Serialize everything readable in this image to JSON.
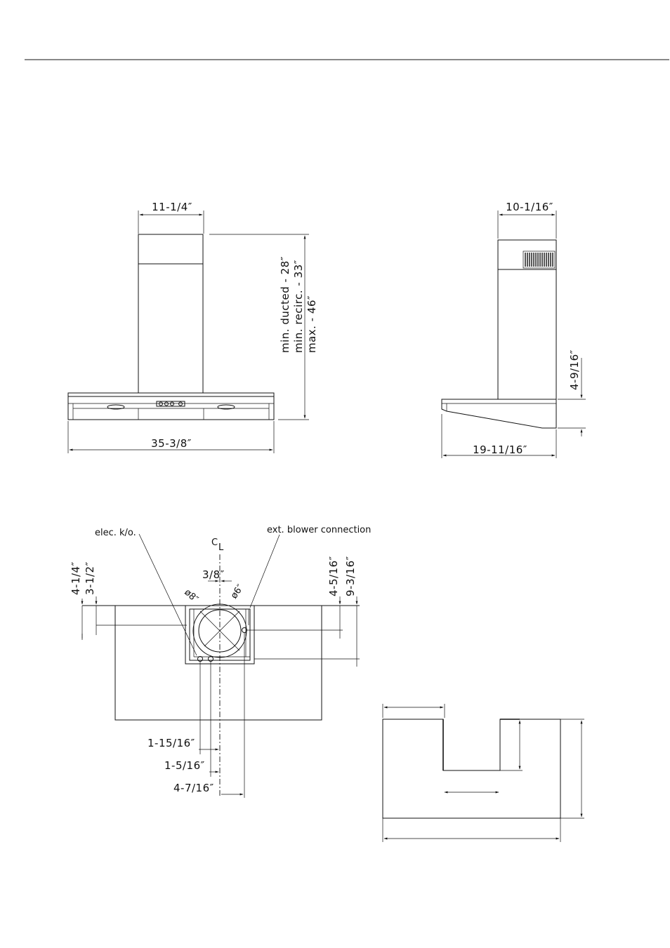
{
  "front_view": {
    "chimney_width": "11-1/4″",
    "overall_width": "35-3/8″",
    "height_min_ducted": "min. ducted - 28″",
    "height_min_recirc": "min. recirc. - 33″",
    "height_max": "max. - 46″"
  },
  "side_view": {
    "chimney_depth": "10-1/16″",
    "canopy_depth": "19-11/16″",
    "canopy_height": "4-9/16″"
  },
  "top_view": {
    "elec_knockout_label": "elec. k/o.",
    "blower_connection_label": "ext. blower connection",
    "centerline_c": "C",
    "centerline_l": "L",
    "offset_duct": "3/8″",
    "duct_8": "ø8″",
    "duct_6": "ø6″",
    "dim_4_1_4": "4-1/4″",
    "dim_3_1_2": "3-1/2″",
    "dim_4_5_16": "4-5/16″",
    "dim_9_3_16": "9-3/16″",
    "dim_1_15_16": "1-15/16″",
    "dim_1_5_16": "1-5/16″",
    "dim_4_7_16": "4-7/16″"
  }
}
